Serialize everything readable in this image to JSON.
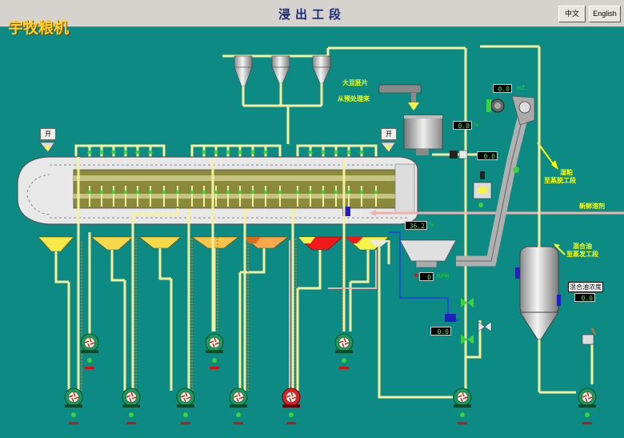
{
  "header": {
    "title": "浸出工段",
    "brand": "宇牧粮机",
    "btn_cn": "中文",
    "btn_en": "English"
  },
  "labels": {
    "soy_flakes_line1": "大豆胚片",
    "soy_flakes_line2": "从预处理来",
    "wet_meal_line1": "湿粕",
    "wet_meal_line2": "至蒸脱工段",
    "fresh_solvent": "新鲜溶剂",
    "miscella_line1": "混合油",
    "miscella_line2": "至蒸发工段",
    "miscella_conc": "混合油浓度",
    "open1": "开",
    "open2": "开",
    "rpm": "RPM",
    "hz": "HZ",
    "unit_percent1": "%",
    "unit_percent2": "%"
  },
  "readouts": {
    "hz": "0.0",
    "hopper": "0.0",
    "feed": "0.0",
    "pct": "36.2",
    "rpm": "0",
    "valve": "0.0",
    "conc": "0.0"
  },
  "status_colors": {
    "run_light": "#3cd23c",
    "pipe": "#f5f0a0",
    "pipe_red": "#f0b0b0"
  }
}
